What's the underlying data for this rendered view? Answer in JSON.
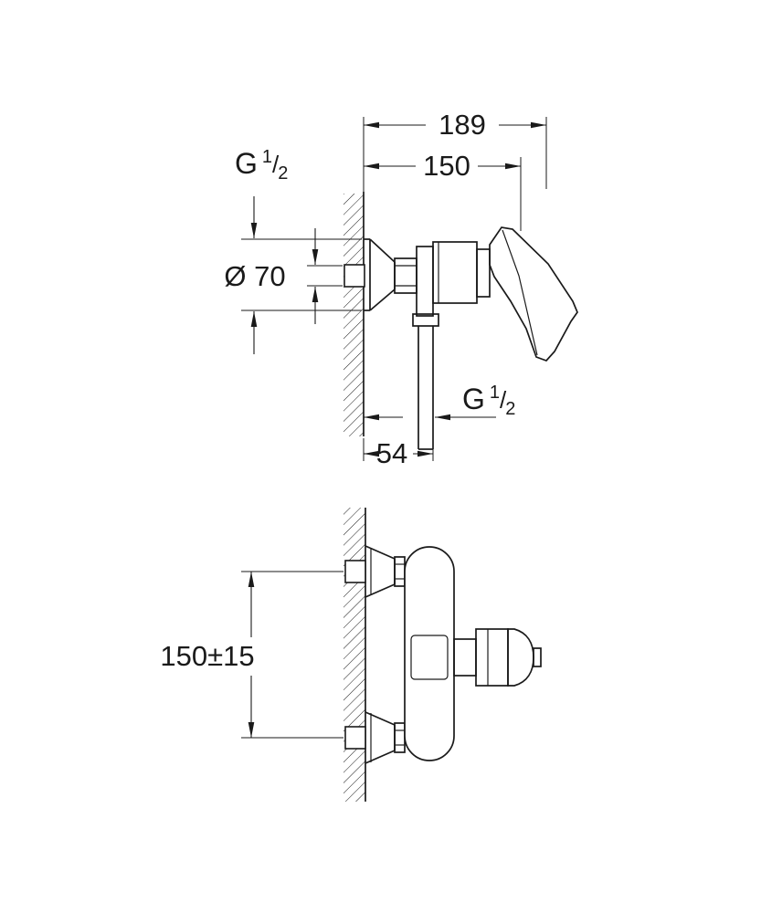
{
  "page": {
    "background": "#ffffff",
    "line_color": "#1a1a1a",
    "description": "Technical dimension drawing of a single-lever shower mixer, side view and front view"
  },
  "labels": {
    "dim_189": "189",
    "dim_150": "150",
    "dia_70": "Ø 70",
    "dim_54": "54",
    "dim_mount": "150±15",
    "g_half_top": {
      "g": "G",
      "num": "1",
      "slash": "/",
      "den": "2"
    },
    "g_half_outlet": {
      "g": "G",
      "num": "1",
      "slash": "/",
      "den": "2"
    }
  }
}
